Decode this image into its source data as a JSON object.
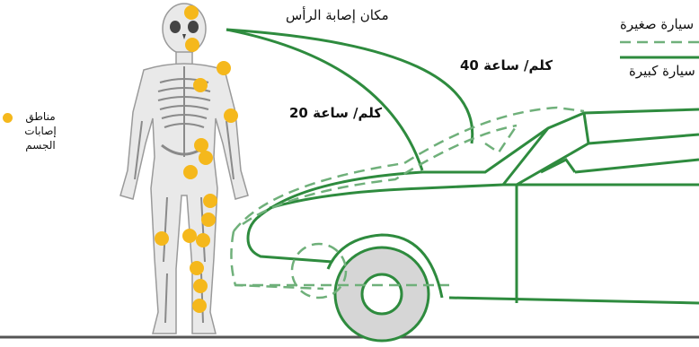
{
  "labels": {
    "head_impact": "مكان إصابة الرأس",
    "speed_40": "40 كلم/ ساعة",
    "speed_20": "20 كلم/ ساعة",
    "small_car": "سيارة صغيرة",
    "large_car": "سيارة كبيرة",
    "body_injury_zones": "مناطق إصابات الجسم"
  },
  "colors": {
    "car_line": "#2e8b3e",
    "small_car_dash": "#6fb07a",
    "injury_dot": "#f5b81c",
    "wheel_fill": "#d6d6d6",
    "ground": "#555555"
  },
  "injury_points_count": 16
}
